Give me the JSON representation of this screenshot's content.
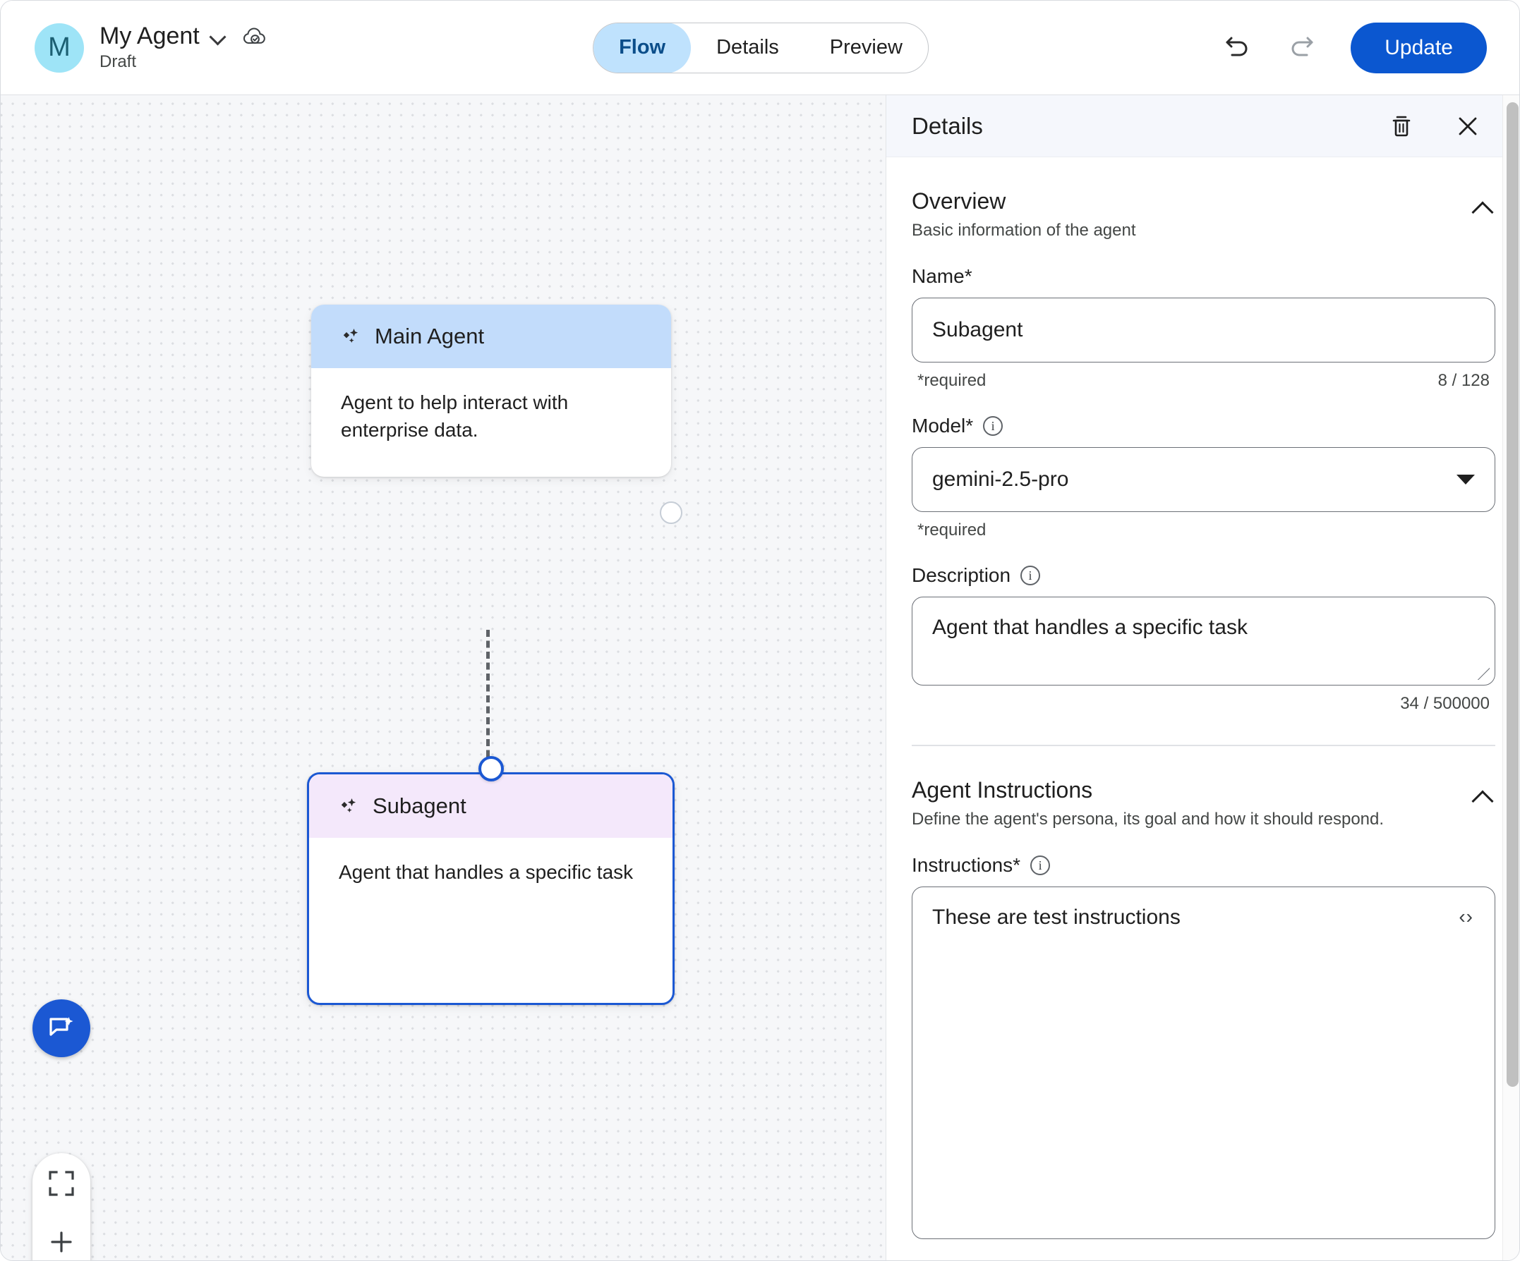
{
  "header": {
    "avatar_initial": "M",
    "agent_name": "My Agent",
    "agent_status": "Draft",
    "dropdown_icon": "chevron-down-icon",
    "cloud_icon": "cloud-done-icon",
    "tabs": [
      {
        "label": "Flow",
        "active": true
      },
      {
        "label": "Details",
        "active": false
      },
      {
        "label": "Preview",
        "active": false
      }
    ],
    "undo_icon": "undo-icon",
    "redo_icon": "redo-icon",
    "update_label": "Update"
  },
  "canvas": {
    "nodes": [
      {
        "id": "main",
        "title": "Main Agent",
        "description": "Agent to help interact with enterprise data.",
        "header_color": "#c2dcfb",
        "selected": false,
        "icon": "sparkle-icon"
      },
      {
        "id": "sub",
        "title": "Subagent",
        "description": "Agent that handles a specific task",
        "header_color": "#f4e8fb",
        "selected": true,
        "icon": "sparkle-icon"
      }
    ],
    "controls": {
      "chat_icon": "chat-sparkle-icon",
      "fit_icon": "fit-screen-icon",
      "zoom_in_icon": "zoom-in-icon",
      "zoom_out_icon": "zoom-out-icon"
    },
    "accent_selected": "#1b58d3"
  },
  "panel": {
    "title": "Details",
    "delete_icon": "trash-icon",
    "close_icon": "close-icon",
    "overview": {
      "title": "Overview",
      "subtitle": "Basic information of the agent",
      "collapse_icon": "chevron-up-icon",
      "name": {
        "label": "Name*",
        "value": "Subagent",
        "helper": "*required",
        "counter": "8 / 128"
      },
      "model": {
        "label": "Model*",
        "info_icon": "info-icon",
        "value": "gemini-2.5-pro",
        "helper": "*required",
        "dropdown_icon": "caret-down-icon"
      },
      "description": {
        "label": "Description",
        "info_icon": "info-icon",
        "value": "Agent that handles a specific task",
        "counter": "34 / 500000"
      }
    },
    "agent_instructions": {
      "title": "Agent Instructions",
      "subtitle": "Define the agent's persona, its goal and how it should respond.",
      "collapse_icon": "chevron-up-icon",
      "instructions": {
        "label": "Instructions*",
        "info_icon": "info-icon",
        "value": "These are test instructions",
        "code_toggle_icon": "code-brackets-icon",
        "code_toggle_label": "‹›"
      }
    }
  }
}
